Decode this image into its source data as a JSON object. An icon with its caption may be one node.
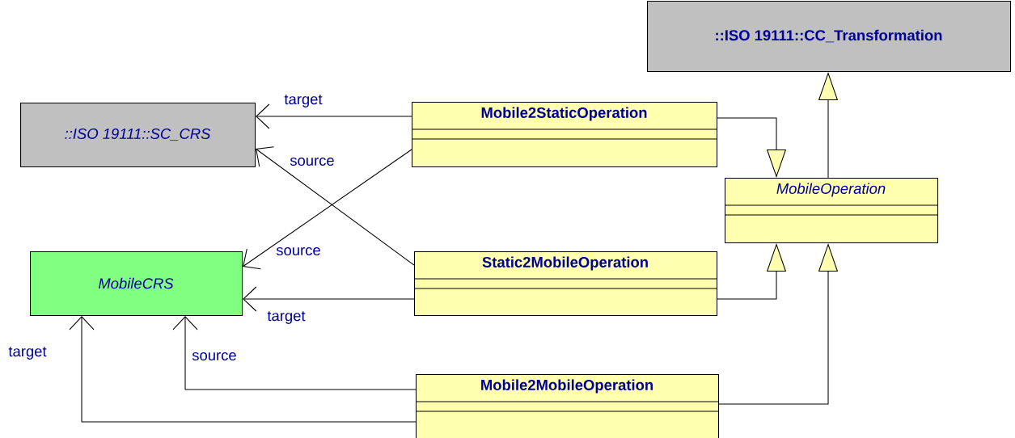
{
  "diagram": {
    "nodes": [
      {
        "text": [
          "::ISO 19111::CC_Transformation"
        ]
      },
      {
        "text": [
          "::ISO 19111::SC_CRS"
        ]
      },
      {
        "text": [
          "Mobile2StaticOperation"
        ]
      },
      {
        "text": [
          "MobileOperation"
        ]
      },
      {
        "text": [
          "MobileCRS"
        ]
      },
      {
        "text": [
          "Static2MobileOperation"
        ]
      },
      {
        "text": [
          "Mobile2MobileOperation"
        ]
      }
    ],
    "edges": [
      {
        "from": 2,
        "to": 1,
        "arrow": "to",
        "label": "target"
      },
      {
        "from": 5,
        "to": 1,
        "arrow": "to",
        "label": "source"
      },
      {
        "from": 2,
        "to": 4,
        "arrow": "to",
        "label": "source"
      },
      {
        "from": 5,
        "to": 4,
        "arrow": "to",
        "label": "target"
      },
      {
        "from": 6,
        "to": 4,
        "arrow": "to",
        "label": "source"
      },
      {
        "from": 6,
        "to": 4,
        "arrow": "to",
        "label": "target"
      },
      {
        "from": 2,
        "to": 3,
        "arrow": "to"
      },
      {
        "from": 5,
        "to": 3,
        "arrow": "to"
      },
      {
        "from": 6,
        "to": 3,
        "arrow": "to"
      },
      {
        "from": 3,
        "to": 0,
        "arrow": "to"
      }
    ]
  }
}
